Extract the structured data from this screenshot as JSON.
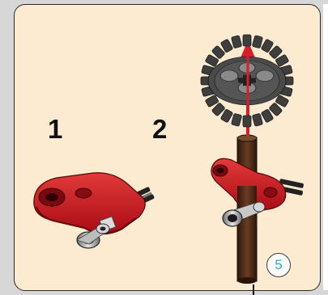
{
  "steps": [
    {
      "number": "1"
    },
    {
      "number": "2"
    }
  ],
  "page_number": "5",
  "icons": {
    "step1_part": "red-axle-connector-with-bushing",
    "gear": "gray-24-tooth-gear",
    "axle": "brown-axle",
    "arrow": "red-up-arrow",
    "step2_part": "red-axle-connector-with-bushing"
  },
  "colors": {
    "panel_background": "#fcebd0",
    "part_red": "#c8141c",
    "gear_gray": "#4a4a4a",
    "axle_brown": "#4a2a18",
    "arrow_red": "#d81e2a",
    "page_badge_text": "#2aa6d6"
  }
}
